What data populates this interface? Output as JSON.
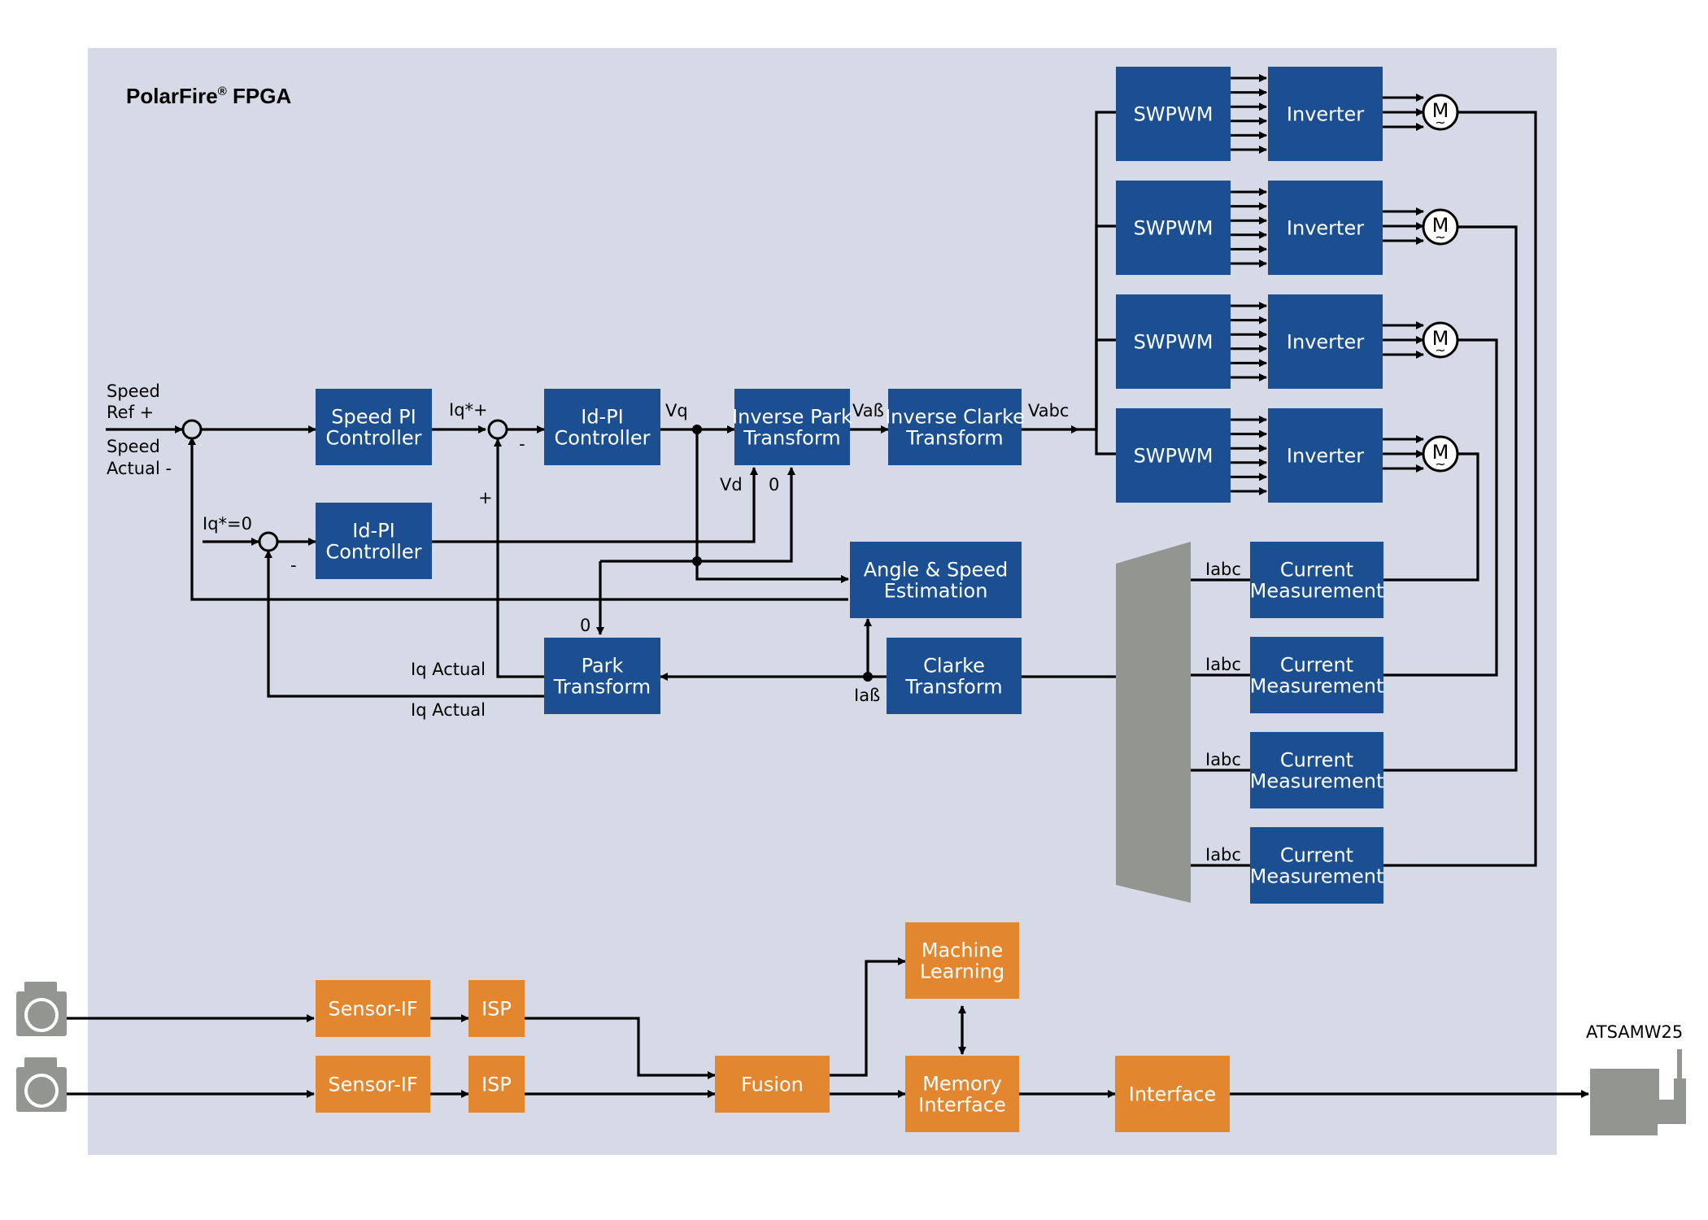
{
  "title": "PolarFire",
  "title_reg": "®",
  "title_suffix": " FPGA",
  "colors": {
    "panel": "#d5dae6",
    "blue": "#1b4f92",
    "orange": "#e2862f",
    "gray": "#939590",
    "wire": "#000000"
  },
  "blocks": {
    "speed_pi": [
      "Speed PI",
      "Controller"
    ],
    "id_pi_top": [
      "Id-PI",
      "Controller"
    ],
    "id_pi_bottom": [
      "Id-PI",
      "Controller"
    ],
    "inv_park": [
      "Inverse Park",
      "Transform"
    ],
    "inv_clarke": [
      "Inverse Clarke",
      "Transform"
    ],
    "angle_speed": [
      "Angle & Speed",
      "Estimation"
    ],
    "park": [
      "Park",
      "Transform"
    ],
    "clarke": [
      "Clarke",
      "Transform"
    ],
    "swpwm": "SWPWM",
    "inverter": "Inverter",
    "current_meas": [
      "Current",
      "Measurement"
    ],
    "sensor_if": "Sensor-IF",
    "isp": "ISP",
    "fusion": "Fusion",
    "machine_learning": [
      "Machine",
      "Learning"
    ],
    "memory_interface": [
      "Memory",
      "Interface"
    ],
    "interface": "Interface"
  },
  "labels": {
    "speed_ref": [
      "Speed",
      "Ref +"
    ],
    "speed_actual": [
      "Speed",
      "Actual -"
    ],
    "iq_plus": "Iq*+",
    "minus": "-",
    "plus": "+",
    "iq_zero": "Iq*=0",
    "vq": "Vq",
    "vab": "Vaß",
    "vabc": "Vabc",
    "vd": "Vd",
    "zero": "0",
    "iq_actual": "Iq Actual",
    "iab": "Iaß",
    "iabc": "Iabc",
    "motor": "M",
    "motor_tilde": "~",
    "atsamw25": "ATSAMW25"
  }
}
